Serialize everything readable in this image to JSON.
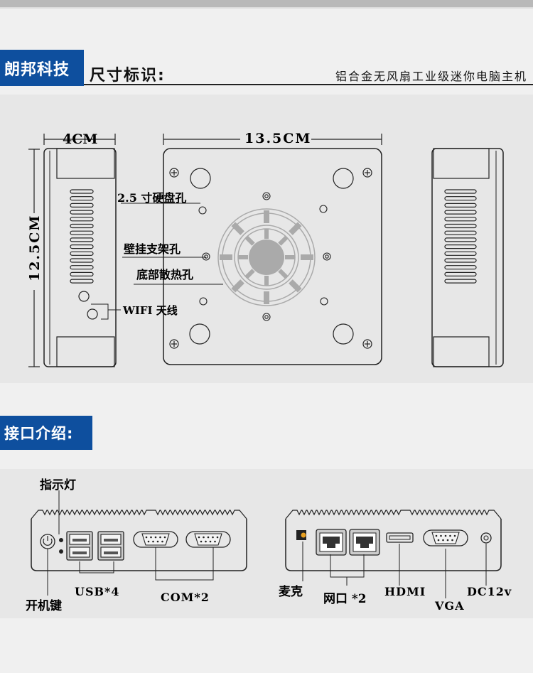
{
  "header": {
    "brand": "朗邦科技",
    "section1_title": "尺寸标识:",
    "tagline": "铝合金无风扇工业级迷你电脑主机"
  },
  "dimensions": {
    "depth": "4CM",
    "width": "13.5CM",
    "height": "12.5CM"
  },
  "bottom_view_labels": {
    "hdd_holes": "2.5 寸硬盘孔",
    "wall_mount_holes": "壁挂支架孔",
    "vent_holes": "底部散热孔",
    "wifi_antenna": "WIFI 天线"
  },
  "section2_title": "接口介绍:",
  "front_panel": {
    "indicator": "指示灯",
    "power": "开机键",
    "usb": "USB*4",
    "com": "COM*2"
  },
  "rear_panel": {
    "mic": "麦克",
    "lan": "网口 *2",
    "hdmi": "HDMI",
    "vga": "VGA",
    "dc": "DC12v"
  },
  "colors": {
    "accent": "#0e4f9e",
    "panel": "#e7e7e7",
    "background": "#f0f0f0"
  }
}
